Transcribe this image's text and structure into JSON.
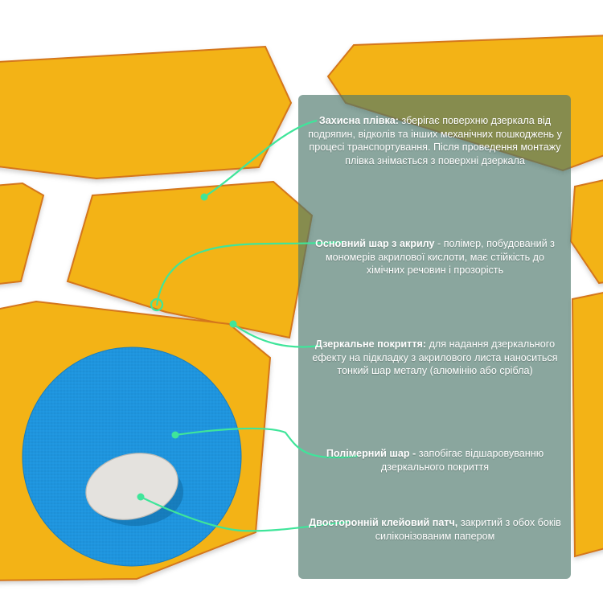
{
  "colors": {
    "hexagon": "#F3B316",
    "hexagon_edge": "#D4761B",
    "blue_disc": "#1E95DF",
    "adhesive_patch": "#E4E2DE",
    "panel": "#4E786C",
    "connector": "#3FE59A"
  },
  "callouts": [
    {
      "title": "Захисна плівка:",
      "text": "зберігає поверхню дзеркала від подряпин, відколів та інших механічних пошкоджень у процесі транспортування. Після проведення монтажу плівка знімається з поверхні дзеркала"
    },
    {
      "title": "Основний шар з акрилу",
      "text": "- полімер, побудований з мономерів акрилової кислоти, має стійкість до хімічних речовин і прозорість"
    },
    {
      "title": "Дзеркальне покриття:",
      "text": "для надання дзеркального ефекту на підкладку з акрилового листа наноситься тонкий шар металу (алюмінію або срібла)"
    },
    {
      "title": "Полімерний шар -",
      "text": "запобігає відшаровуванню дзеркального покриття"
    },
    {
      "title": "Двосторонній клейовий патч,",
      "text": "закритий з обох боків силіконізованим папером"
    }
  ]
}
